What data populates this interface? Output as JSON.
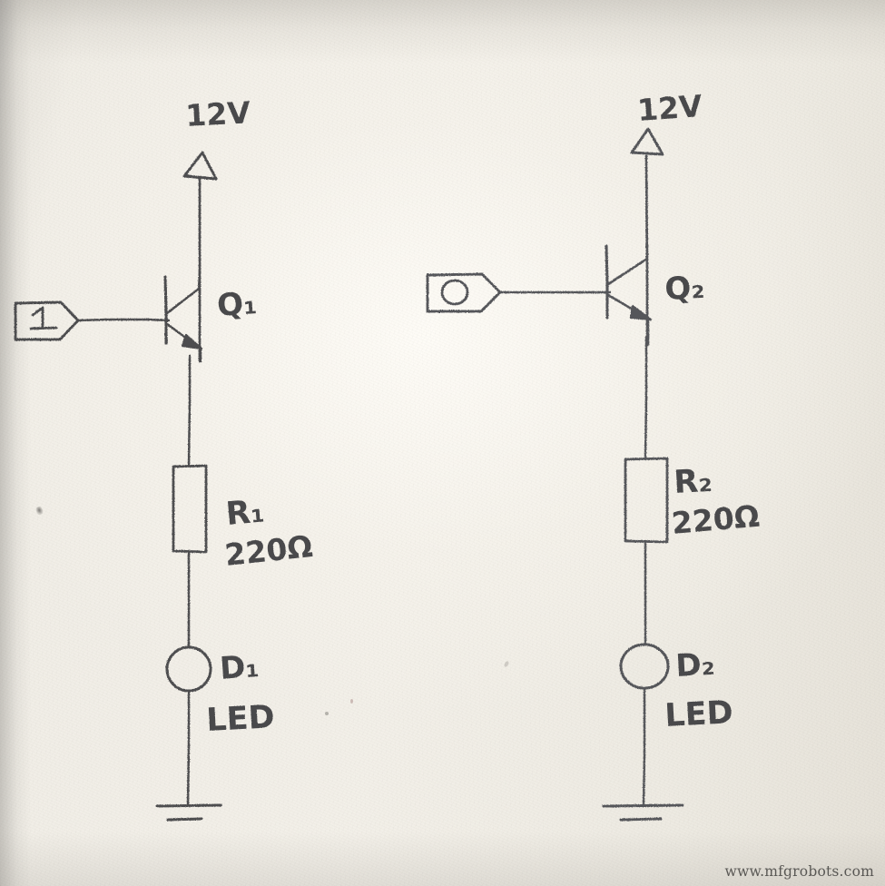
{
  "image": {
    "kind": "photograph-of-hand-drawn-schematic",
    "medium": "pencil on textured paper",
    "paper_color": "#f1ede6",
    "ink_color": "#4a4a4c"
  },
  "watermark": {
    "text": "www.mfgrobots.com"
  },
  "circuits": [
    {
      "id": "circuit-left",
      "supply_label": "12V",
      "input_pin_label": "1",
      "input_pin_shape": "pentagon-flag",
      "transistor": {
        "ref": "Q1",
        "label": "Q₁",
        "type": "NPN"
      },
      "resistor": {
        "ref": "R1",
        "label": "R₁",
        "value": "220 Ω",
        "value_text": "220Ω"
      },
      "diode": {
        "ref": "D1",
        "label": "D₁",
        "sub_label": "LED",
        "symbol": "circle"
      },
      "ground": {
        "symbol": "two-bar-ground"
      }
    },
    {
      "id": "circuit-right",
      "supply_label": "12V",
      "input_pin_label": "0",
      "input_pin_shape": "pentagon-flag",
      "transistor": {
        "ref": "Q2",
        "label": "Q₂",
        "type": "NPN"
      },
      "resistor": {
        "ref": "R2",
        "label": "R₂",
        "value": "220 Ω",
        "value_text": "220Ω"
      },
      "diode": {
        "ref": "D2",
        "label": "D₂",
        "sub_label": "LED",
        "symbol": "circle"
      },
      "ground": {
        "symbol": "two-bar-ground"
      }
    }
  ]
}
